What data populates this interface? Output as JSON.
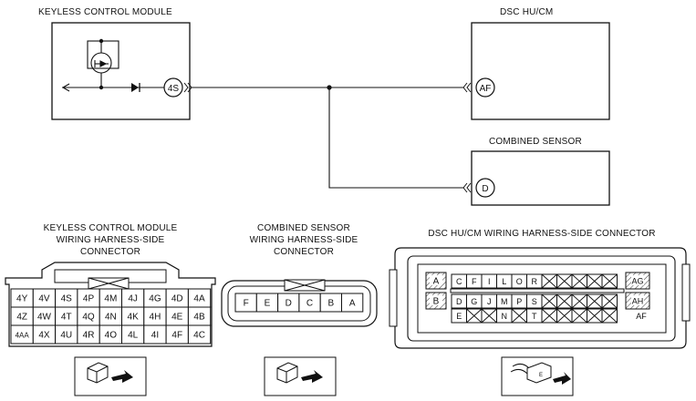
{
  "modules": {
    "keyless": {
      "title": "KEYLESS CONTROL MODULE",
      "terminal": "4S"
    },
    "dsc": {
      "title": "DSC HU/CM",
      "terminal": "AF"
    },
    "sensor": {
      "title": "COMBINED SENSOR",
      "terminal": "D"
    }
  },
  "connectors": {
    "keyless": {
      "title_line1": "KEYLESS CONTROL MODULE",
      "title_line2": "WIRING HARNESS-SIDE",
      "title_line3": "CONNECTOR",
      "rows": [
        [
          "4Y",
          "4V",
          "4S",
          "4P",
          "4M",
          "4J",
          "4G",
          "4D",
          "4A"
        ],
        [
          "4Z",
          "4W",
          "4T",
          "4Q",
          "4N",
          "4K",
          "4H",
          "4E",
          "4B"
        ],
        [
          "4AA",
          "4X",
          "4U",
          "4R",
          "4O",
          "4L",
          "4I",
          "4F",
          "4C"
        ]
      ]
    },
    "sensor": {
      "title_line1": "COMBINED SENSOR",
      "title_line2": "WIRING HARNESS-SIDE",
      "title_line3": "CONNECTOR",
      "pins": [
        "F",
        "E",
        "D",
        "C",
        "B",
        "A"
      ]
    },
    "dsc": {
      "title": "DSC HU/CM WIRING HARNESS-SIDE CONNECTOR",
      "row1": [
        "C",
        "F",
        "I",
        "L",
        "O",
        "R"
      ],
      "row2": [
        "D",
        "G",
        "J",
        "M",
        "P",
        "S"
      ],
      "row3": [
        "E",
        "",
        "",
        "N",
        "",
        "T"
      ],
      "side": {
        "a": "A",
        "b": "B",
        "ag": "AG",
        "ah": "AH",
        "af": "AF"
      }
    }
  }
}
